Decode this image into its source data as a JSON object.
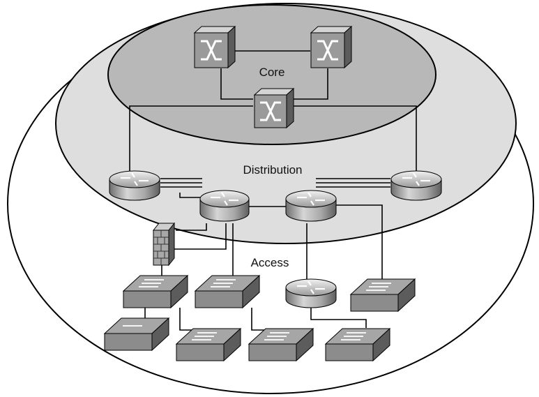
{
  "labels": {
    "core": "Core",
    "distribution": "Distribution",
    "access": "Access"
  },
  "devices": {
    "core_switches": 3,
    "distribution_routers": 4,
    "access_switches": 7,
    "access_routers": 1,
    "firewalls": 1
  },
  "colors": {
    "background": "#ffffff",
    "core_fill": "#b8b8b8",
    "distribution_fill": "#dedede",
    "outline": "#000000",
    "device_gray": "#9a9a9a"
  }
}
